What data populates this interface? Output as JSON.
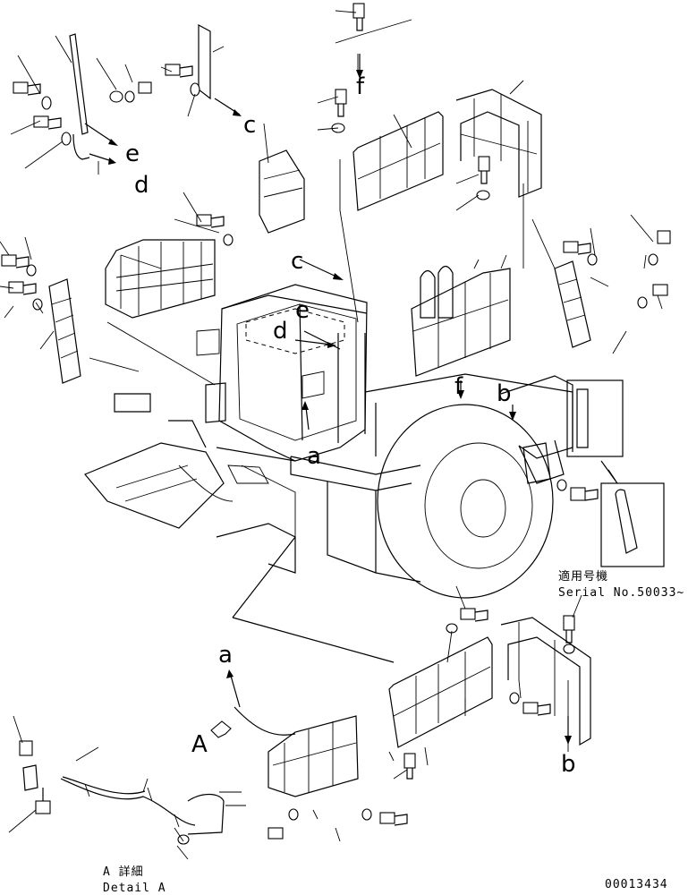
{
  "callouts": {
    "c_top": "c",
    "c_mid": "c",
    "d_top": "d",
    "d_mid": "d",
    "e_top": "e",
    "e_mid": "e",
    "f_top": "f",
    "f_mid": "f",
    "b_mid": "b",
    "b_bottom": "b",
    "a_mid": "a",
    "a_bottom": "a",
    "A_detail": "A"
  },
  "serial_note": {
    "jp": "適用号機",
    "en": "Serial No.50033~"
  },
  "detail_caption": {
    "jp": "A 詳細",
    "en": "Detail A"
  },
  "drawing_number": "00013434",
  "colors": {
    "line": "#000000",
    "background": "#ffffff"
  }
}
